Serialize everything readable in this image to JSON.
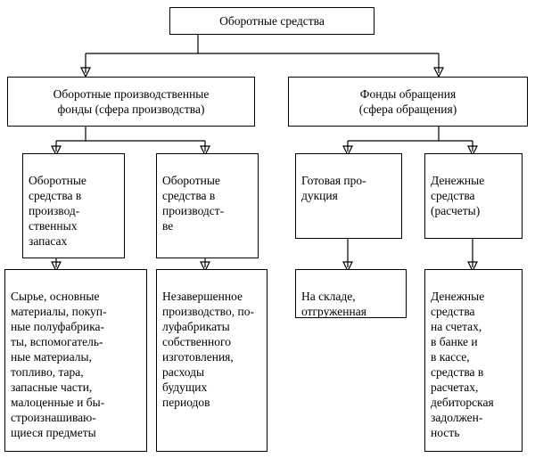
{
  "diagram": {
    "title_box": {
      "label": "Оборотные средства"
    },
    "level2": [
      {
        "label": "Оборотные производственные\nфонды (сфера производства)"
      },
      {
        "label": "Фонды обращения\n(сфера обращения)"
      }
    ],
    "level3": [
      {
        "label": "Оборотные\nсредства в\nпроизвод-\nственных\nзапасах"
      },
      {
        "label": "Оборотные\nсредства в\nпроизводст-\nве"
      },
      {
        "label": "Готовая про-\nдукция"
      },
      {
        "label": "Денежные\nсредства\n(расчеты)"
      }
    ],
    "level4": [
      {
        "label": "Сырье, основные\nматериалы, покуп-\nные полуфабрика-\nты, вспомогатель-\nные материалы,\nтопливо, тара,\nзапасные части,\nмалоценные и бы-\nстроизнашиваю-\nщиеся предметы"
      },
      {
        "label": "Незавершенное\nпроизводство, по-\nлуфабрикаты\nсобственного\nизготовления,\nрасходы\nбудущих\nпериодов"
      },
      {
        "label": "На складе,\nотгруженная"
      },
      {
        "label": "Денежные\nсредства\nна счетах,\nв банке и\nв кассе,\nсредства в\nрасчетах,\nдебиторская\nзадолжен-\nность"
      }
    ]
  }
}
